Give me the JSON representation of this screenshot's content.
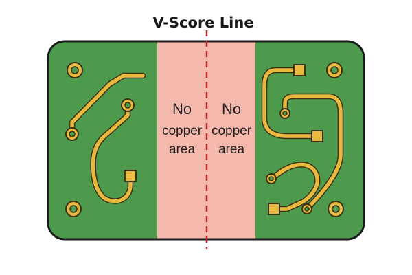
{
  "title": "V-Score Line",
  "zones": [
    {
      "line1": "No",
      "line2": "copper",
      "line3": "area"
    },
    {
      "line1": "No",
      "line2": "copper",
      "line3": "area"
    }
  ],
  "colors": {
    "board": "#4e9a4c",
    "board_outline": "#1d1d1d",
    "no_copper_zone": "#f5b8ad",
    "copper": "#e8b83f",
    "copper_outline": "#3a3016",
    "score_line": "#c0282e"
  }
}
